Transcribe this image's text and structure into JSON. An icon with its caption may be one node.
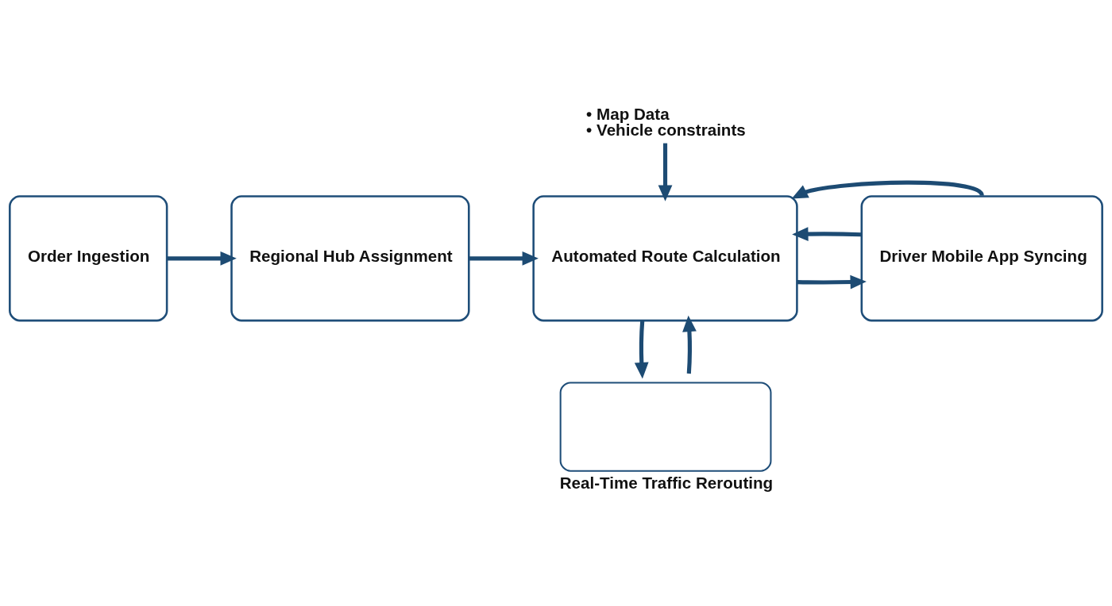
{
  "diagram": {
    "nodes": [
      {
        "text": [
          "• Map Data",
          "• Vehicle constraints"
        ]
      },
      {
        "text": [
          "Order Ingestion"
        ]
      },
      {
        "text": [
          "Regional Hub Assignment"
        ]
      },
      {
        "text": [
          "Automated Route Calculation"
        ]
      },
      {
        "text": [
          "Driver Mobile App Syncing"
        ]
      },
      {
        "text": [
          "Real-Time Traffic Rerouting"
        ]
      }
    ],
    "edges": [
      {
        "from": 1,
        "to": 2,
        "arrow": "to"
      },
      {
        "from": 2,
        "to": 3,
        "arrow": "to"
      },
      {
        "from": 3,
        "to": 4,
        "arrow": "to"
      },
      {
        "from": 4,
        "to": 3,
        "arrow": "to"
      },
      {
        "from": 4,
        "to": 3,
        "arrow": "to"
      },
      {
        "from": 0,
        "to": 3,
        "arrow": "to"
      },
      {
        "from": 5,
        "to": 3,
        "arrow": "to"
      },
      {
        "from": 3,
        "to": 5,
        "arrow": "to"
      }
    ]
  }
}
